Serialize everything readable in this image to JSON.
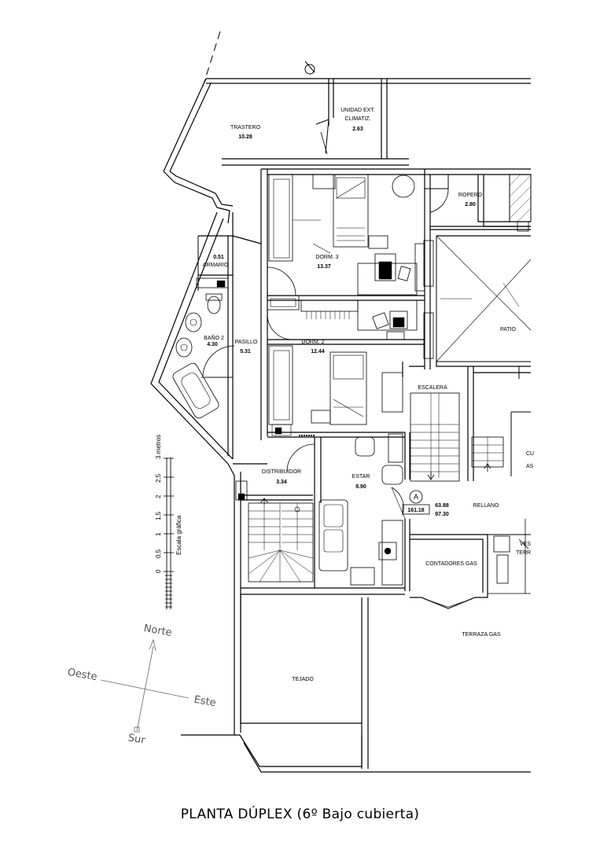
{
  "caption": "PLANTA DÚPLEX (6º Bajo cubierta)",
  "rooms": {
    "trastero": {
      "name": "TRASTERO",
      "area": "10.28"
    },
    "unidad": {
      "name1": "UNIDAD EXT.",
      "name2": "CLIMATIZ.",
      "area": "2.63"
    },
    "ropero": {
      "name": "ROPERO",
      "area": "2.80"
    },
    "armario": {
      "area": "0.51",
      "name": "ARMARIO"
    },
    "dorm3": {
      "name": "DORM. 3",
      "area": "13.37"
    },
    "dorm2": {
      "name": "DORM. 2",
      "area": "12.44"
    },
    "pasillo": {
      "name": "PASILLO",
      "area": "5.31"
    },
    "bano2": {
      "name": "BAÑO 2",
      "area": "4.30"
    },
    "patio": {
      "name": "PATIO"
    },
    "escalera": {
      "name": "ESCALERA"
    },
    "distribuidor": {
      "name": "DISTRIBUIDOR",
      "area": "3.34"
    },
    "estar": {
      "name": "ESTAR",
      "area": "8.90"
    },
    "rellano": {
      "name": "RELLANO"
    },
    "contadores": {
      "name": "CONTADORES GAS"
    },
    "terraza": {
      "name": "TERRAZA GAS"
    },
    "tejado": {
      "name": "TEJADO"
    },
    "cut1": "CU",
    "cut2": "AS",
    "ves1": "VES",
    "ves2": "TERR"
  },
  "marker": {
    "letter": "A",
    "value": "161.18",
    "elev1": "63.88",
    "elev2": "97.30"
  },
  "scale_bar": {
    "title": "Escala gráfica",
    "ticks": [
      "0",
      "0,5",
      "1",
      "1,5",
      "2",
      "2,5",
      "3 metros"
    ]
  },
  "compass": {
    "north": "Norte",
    "south": "Sur",
    "east": "Este",
    "west": "Oeste"
  }
}
